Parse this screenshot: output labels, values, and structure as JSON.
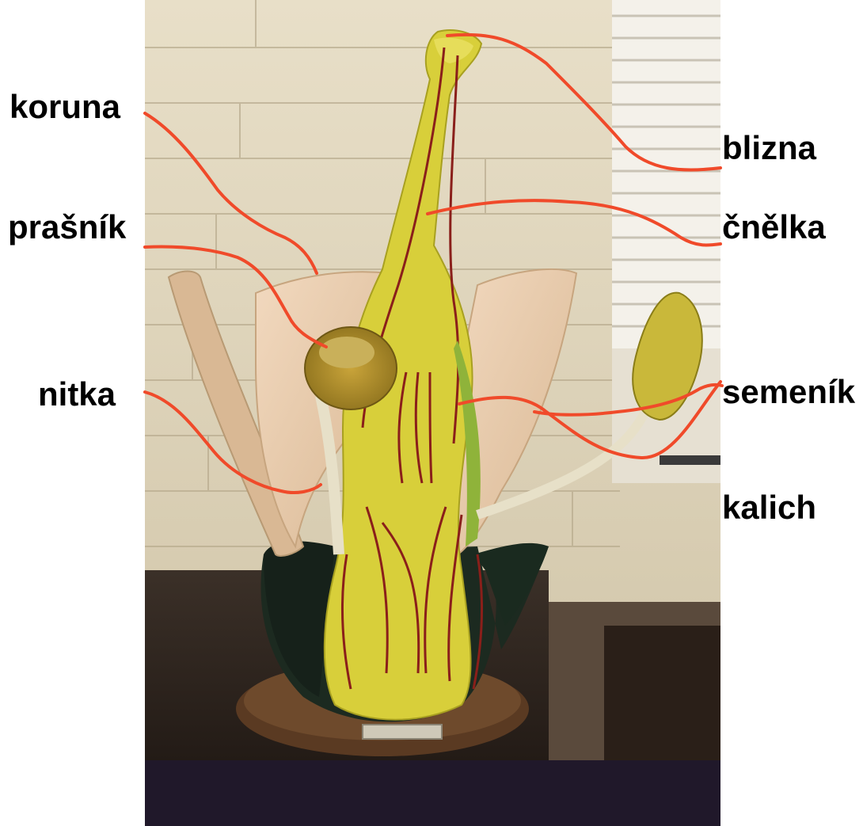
{
  "labels": {
    "koruna": "koruna",
    "prasnik": "prašník",
    "nitka": "nitka",
    "blizna": "blizna",
    "cnelka": "čnělka",
    "semenik": "semeník",
    "kalich": "kalich"
  },
  "colors": {
    "leader_line": "#f04a2a",
    "label_text": "#000000"
  }
}
